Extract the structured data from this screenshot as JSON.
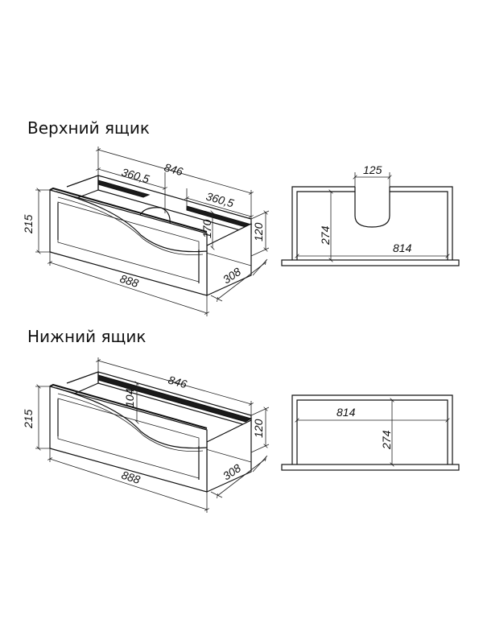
{
  "titles": {
    "top_drawer": "Верхний ящик",
    "bottom_drawer": "Нижний ящик"
  },
  "top_drawer": {
    "iso": {
      "overall_width": "846",
      "left_width": "360,5",
      "right_width": "360,5",
      "front_height": "215",
      "inner_height": "170",
      "box_height": "120",
      "front_width": "888",
      "depth": "308"
    },
    "section": {
      "cutout_width": "125",
      "height": "274",
      "inner_width": "814"
    }
  },
  "bottom_drawer": {
    "iso": {
      "overall_width": "846",
      "inner_height": "104",
      "front_height": "215",
      "box_height": "120",
      "front_width": "888",
      "depth": "308"
    },
    "section": {
      "inner_width": "814",
      "height": "274"
    }
  },
  "colors": {
    "line": "#111111",
    "background": "#ffffff"
  }
}
